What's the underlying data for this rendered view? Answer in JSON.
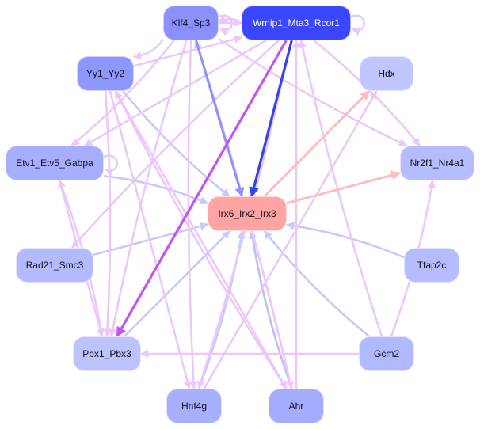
{
  "diagram": {
    "type": "gene-regulatory-network",
    "nodes": [
      {
        "id": "klf4",
        "label": "Klf4_Sp3",
        "color": "#8a90ff",
        "text_color": "#111111"
      },
      {
        "id": "wrnip1",
        "label": "Wrnip1_Mta3_Rcor1",
        "color": "#3a47ff",
        "text_color": "#ffffff"
      },
      {
        "id": "yy1",
        "label": "Yy1_Yy2",
        "color": "#8c97ff",
        "text_color": "#111111"
      },
      {
        "id": "hdx",
        "label": "Hdx",
        "color": "#c0c6ff",
        "text_color": "#111111"
      },
      {
        "id": "etv1",
        "label": "Etv1_Etv5_Gabpa",
        "color": "#a5aeff",
        "text_color": "#111111"
      },
      {
        "id": "nr2f1",
        "label": "Nr2f1_Nr4a1",
        "color": "#b5bcff",
        "text_color": "#111111"
      },
      {
        "id": "irx6",
        "label": "Irx6_Irx2_Irx3",
        "color": "#ffa3a3",
        "text_color": "#111111"
      },
      {
        "id": "rad21",
        "label": "Rad21_Smc3",
        "color": "#b3baff",
        "text_color": "#111111"
      },
      {
        "id": "tfap2c",
        "label": "Tfap2c",
        "color": "#b5bcff",
        "text_color": "#111111"
      },
      {
        "id": "pbx1",
        "label": "Pbx1_Pbx3",
        "color": "#bcc3ff",
        "text_color": "#111111"
      },
      {
        "id": "gcm2",
        "label": "Gcm2",
        "color": "#b0b8ff",
        "text_color": "#111111"
      },
      {
        "id": "hnf4g",
        "label": "Hnf4g",
        "color": "#a7afff",
        "text_color": "#111111"
      },
      {
        "id": "ahr",
        "label": "Ahr",
        "color": "#a3acff",
        "text_color": "#111111"
      }
    ],
    "edges": [
      {
        "from": "wrnip1",
        "to": "irx6",
        "color": "#3344ee",
        "kind": "strong"
      },
      {
        "from": "klf4",
        "to": "irx6",
        "color": "#8a94f8",
        "kind": "medium"
      },
      {
        "from": "wrnip1",
        "to": "pbx1",
        "color": "#c653f0",
        "kind": "strong"
      },
      {
        "from": "irx6",
        "to": "hdx",
        "color": "#ffbcbc",
        "kind": "medium"
      },
      {
        "from": "irx6",
        "to": "nr2f1",
        "color": "#ffbcbc",
        "kind": "medium"
      },
      {
        "from": "yy1",
        "to": "irx6",
        "color": "#c4cbfa",
        "kind": "weak"
      },
      {
        "from": "etv1",
        "to": "irx6",
        "color": "#c4cbfa",
        "kind": "weak"
      },
      {
        "from": "rad21",
        "to": "irx6",
        "color": "#c4cbfa",
        "kind": "weak"
      },
      {
        "from": "tfap2c",
        "to": "irx6",
        "color": "#c4cbfa",
        "kind": "weak"
      },
      {
        "from": "gcm2",
        "to": "irx6",
        "color": "#c4cbfa",
        "kind": "weak"
      },
      {
        "from": "pbx1",
        "to": "irx6",
        "color": "#c4cbfa",
        "kind": "weak"
      },
      {
        "from": "hnf4g",
        "to": "irx6",
        "color": "#c4cbfa",
        "kind": "weak"
      },
      {
        "from": "ahr",
        "to": "irx6",
        "color": "#b8c0f8",
        "kind": "weak"
      },
      {
        "from": "gcm2",
        "to": "pbx1",
        "color": "#ecc8fa",
        "kind": "weak"
      },
      {
        "from": "gcm2",
        "to": "nr2f1",
        "color": "#ecc8fa",
        "kind": "weak"
      },
      {
        "from": "gcm2",
        "to": "wrnip1",
        "color": "#ecc8fa",
        "kind": "weak"
      },
      {
        "from": "ahr",
        "to": "wrnip1",
        "color": "#ecc8fa",
        "kind": "weak"
      },
      {
        "from": "ahr",
        "to": "klf4",
        "color": "#ecc8fa",
        "kind": "weak"
      },
      {
        "from": "ahr",
        "to": "yy1",
        "color": "#ecc8fa",
        "kind": "weak"
      },
      {
        "from": "hnf4g",
        "to": "hdx",
        "color": "#ecc8fa",
        "kind": "weak"
      },
      {
        "from": "klf4",
        "to": "hnf4g",
        "color": "#ecc8fa",
        "kind": "weak"
      },
      {
        "from": "wrnip1",
        "to": "hnf4g",
        "color": "#ecc8fa",
        "kind": "weak"
      },
      {
        "from": "yy1",
        "to": "hnf4g",
        "color": "#ecc8fa",
        "kind": "weak"
      },
      {
        "from": "klf4",
        "to": "pbx1",
        "color": "#ecc8fa",
        "kind": "weak"
      },
      {
        "from": "yy1",
        "to": "pbx1",
        "color": "#ecc8fa",
        "kind": "weak"
      },
      {
        "from": "etv1",
        "to": "pbx1",
        "color": "#ecc8fa",
        "kind": "weak"
      },
      {
        "from": "pbx1",
        "to": "etv1",
        "color": "#ecc8fa",
        "kind": "weak"
      },
      {
        "from": "klf4",
        "to": "etv1",
        "color": "#ecc8fa",
        "kind": "weak"
      },
      {
        "from": "wrnip1",
        "to": "etv1",
        "color": "#ecc8fa",
        "kind": "weak"
      },
      {
        "from": "wrnip1",
        "to": "rad21",
        "color": "#ecc8fa",
        "kind": "weak"
      },
      {
        "from": "klf4",
        "to": "yy1",
        "color": "#ecc8fa",
        "kind": "weak"
      },
      {
        "from": "yy1",
        "to": "wrnip1",
        "color": "#ecc8fa",
        "kind": "weak"
      },
      {
        "from": "klf4",
        "to": "nr2f1",
        "color": "#ecc8fa",
        "kind": "weak"
      },
      {
        "from": "wrnip1",
        "to": "nr2f1",
        "color": "#ecc8fa",
        "kind": "weak"
      },
      {
        "from": "klf4",
        "to": "wrnip1",
        "color": "#ecc8fa",
        "kind": "weak"
      },
      {
        "from": "wrnip1",
        "to": "klf4",
        "color": "#ecc8fa",
        "kind": "weak"
      },
      {
        "from": "klf4",
        "to": "ahr",
        "color": "#ecc8fa",
        "kind": "weak"
      },
      {
        "from": "yy1",
        "to": "ahr",
        "color": "#ecc8fa",
        "kind": "weak"
      },
      {
        "from": "etv1",
        "to": "etv1",
        "color": "#ecc8fa",
        "kind": "self"
      },
      {
        "from": "wrnip1",
        "to": "wrnip1",
        "color": "#ecc8fa",
        "kind": "self"
      },
      {
        "from": "klf4",
        "to": "klf4",
        "color": "#ecc8fa",
        "kind": "self"
      }
    ]
  }
}
